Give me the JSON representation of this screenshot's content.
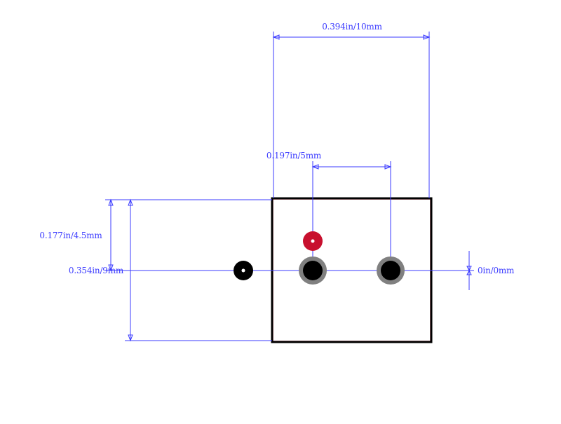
{
  "colors": {
    "dimension": "#3b3bff",
    "outline": "#000000",
    "courtyard": "#d05060",
    "pad_ring": "#808080",
    "pad_core": "#000000",
    "pad_highlight": "#c8102e",
    "background": "#ffffff"
  },
  "dimensions": {
    "width_total": "0.394in/10mm",
    "pitch": "0.197in/5mm",
    "height_offset": "0.177in/4.5mm",
    "height_total": "0.354in/9mm",
    "zero_offset": "0in/0mm"
  }
}
